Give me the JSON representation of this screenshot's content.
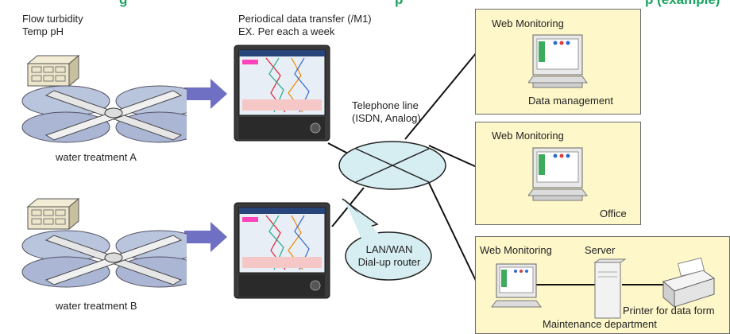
{
  "header": {
    "title_left": "g",
    "title_mid": "p",
    "title_right": "p (example)"
  },
  "sites": {
    "sensors": "Flow turbidity\nTemp pH",
    "a_label": "water treatment A",
    "b_label": "water treatment B"
  },
  "transfer": {
    "line1": "Periodical data transfer (/M1)",
    "line2": "EX.  Per each a week"
  },
  "network": {
    "phone_line1": "Telephone line",
    "phone_line2": "(ISDN, Analog)",
    "router_line1": "LAN/WAN",
    "router_line2": "Dial-up router"
  },
  "panels": {
    "data_mgmt": {
      "title": "Web Monitoring",
      "caption": "Data management"
    },
    "office": {
      "title": "Web Monitoring",
      "caption": "Office"
    },
    "maintenance": {
      "title": "Web Monitoring",
      "server": "Server",
      "printer": "Printer for data form",
      "caption": "Maintenance department"
    }
  },
  "colors": {
    "panel_bg": "#fdf7c9",
    "hub_fill": "#d6eef2",
    "arrow": "#6f6fc4",
    "title_green": "#18a35e"
  }
}
